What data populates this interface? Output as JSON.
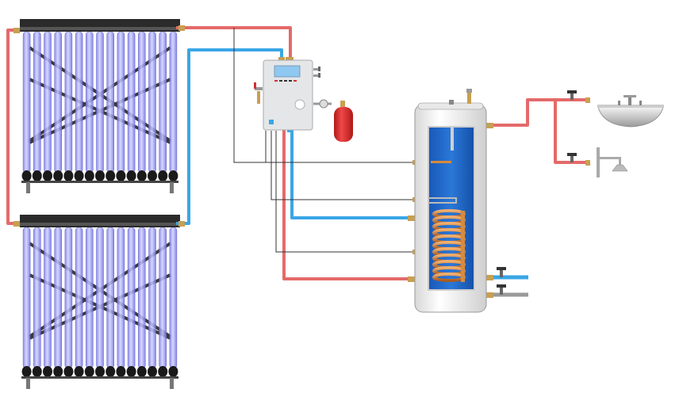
{
  "diagram": {
    "colors": {
      "hot_pipe": "#e05a5a",
      "cold_pipe": "#3aa0e0",
      "tube_glass": "#8c8cf0",
      "tube_light": "#c8c8ff",
      "header": "#2b2b2b",
      "tank_body": "#f2f2f2",
      "tank_inner": "#1e64c8",
      "coil": "#d88a3a",
      "controller_body": "#e6e8ea",
      "controller_screen": "#8fc8f0",
      "expansion_vessel": "#d93030",
      "brass": "#c8a050",
      "sensor_wire": "#333333"
    },
    "components": {
      "collectors": 2,
      "tubes_per_collector": 15,
      "coil_turns": 11,
      "outlets": [
        "sink",
        "shower"
      ]
    }
  }
}
